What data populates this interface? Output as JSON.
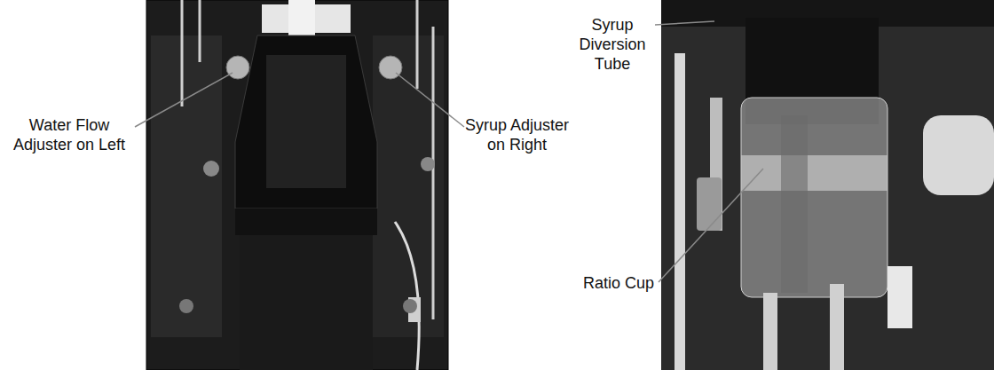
{
  "diagram": {
    "labels": [
      "Water Flow Adjuster on Left",
      "Syrup Adjuster on Right",
      "Syrup Diversion Tube",
      "Ratio Cup"
    ]
  }
}
